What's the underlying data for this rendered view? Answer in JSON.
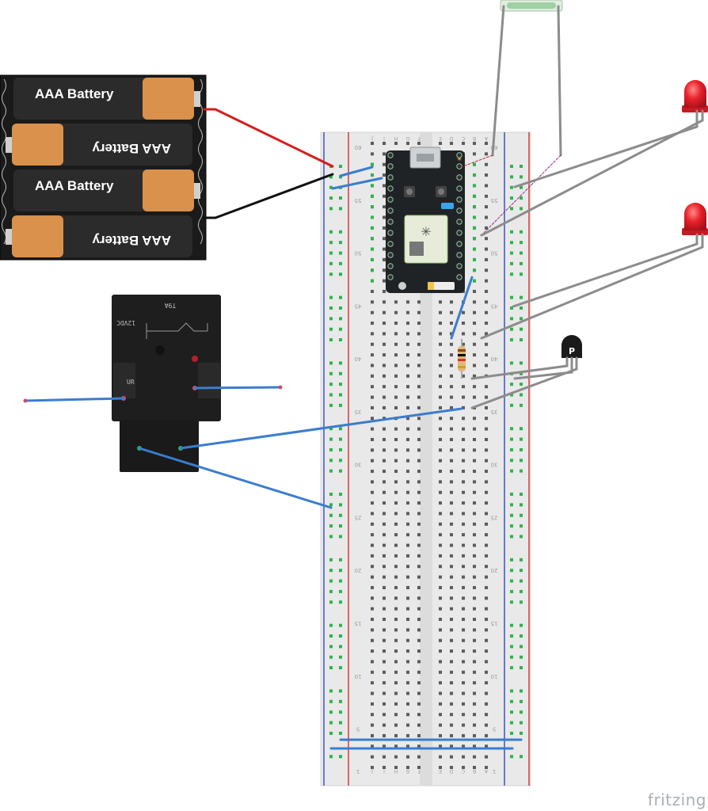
{
  "app": {
    "brand": "fritzing"
  },
  "battery_pack": {
    "cells": [
      {
        "label": "AAA Battery",
        "orientation": "normal"
      },
      {
        "label": "AAA Battery",
        "orientation": "flipped"
      },
      {
        "label": "AAA Battery",
        "orientation": "normal"
      },
      {
        "label": "AAA Battery",
        "orientation": "flipped"
      }
    ]
  },
  "relay": {
    "label_top": "T9A",
    "label_voltage": "12VDC",
    "logo": "UR"
  },
  "transistor": {
    "label": "P"
  },
  "breadboard": {
    "rows": 60,
    "row_labels": [
      "1",
      "5",
      "10",
      "15",
      "20",
      "25",
      "30",
      "35",
      "40",
      "45",
      "50",
      "55",
      "60"
    ],
    "columns_left": [
      "J",
      "I",
      "H",
      "G",
      "F"
    ],
    "columns_right": [
      "E",
      "D",
      "C",
      "B",
      "A"
    ]
  },
  "colors": {
    "wire_blue": "#3a7dd0",
    "wire_gray": "#8c8c8c",
    "wire_red": "#d81c1c",
    "wire_black": "#111111",
    "led_red": "#e8202a",
    "board_black": "#1f2326",
    "rail_red": "#d33a3a",
    "rail_blue": "#3a53c4",
    "hole_green": "#2eb34d"
  }
}
